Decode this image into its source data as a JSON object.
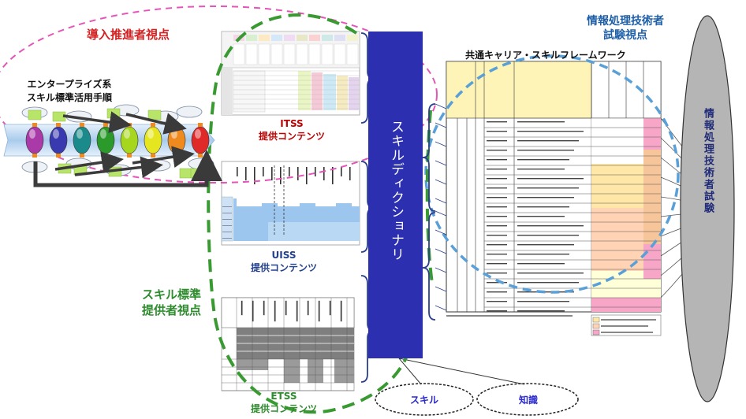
{
  "labels": {
    "introducer_view": "導入推進者視点",
    "enterprise_line1": "エンタープライズ系",
    "enterprise_line2": "スキル標準活用手順",
    "itss_name": "ITSS",
    "itss_content": "提供コンテンツ",
    "uiss_name": "UISS",
    "uiss_content": "提供コンテンツ",
    "etss_name": "ETSS",
    "etss_content": "提供コンテンツ",
    "provider_line1": "スキル標準",
    "provider_line2": "提供者視点",
    "skill_dictionary": "スキルディクショナリ",
    "framework_title": "共通キャリア・スキルフレームワーク",
    "engineer_line1": "情報処理技術者",
    "engineer_line2": "試験視点",
    "exam": "情報処理技術者試験",
    "skill": "スキル",
    "knowledge": "知識"
  },
  "colors": {
    "magenta_dash": "#e455b8",
    "green_dash": "#3a9a32",
    "blue_dash": "#5aa0d8",
    "dictionary_box": "#2b2fb0",
    "exam_oval": "#b5b5b5"
  }
}
